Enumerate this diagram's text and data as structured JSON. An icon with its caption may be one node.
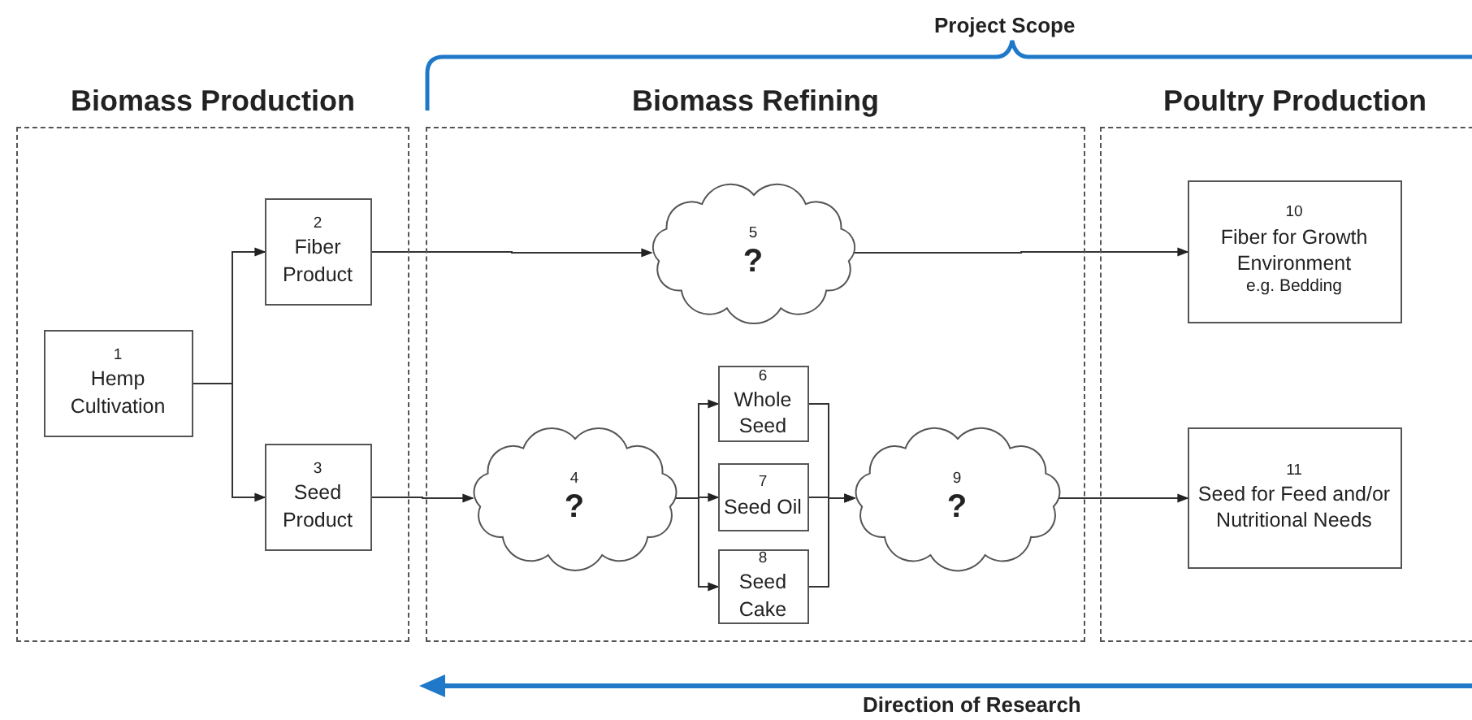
{
  "diagram": {
    "nodes": [
      {
        "text": [
          "Biomass Production"
        ]
      },
      {
        "text": [
          "Biomass Refining"
        ]
      },
      {
        "text": [
          "Poultry Production"
        ]
      },
      {
        "text": [
          "1",
          "Hemp Cultivation"
        ],
        "in": 0
      },
      {
        "text": [
          "2",
          "Fiber Product"
        ],
        "in": 0
      },
      {
        "text": [
          "3",
          "Seed Product"
        ],
        "in": 0
      },
      {
        "text": [
          "5",
          "?"
        ],
        "in": 1
      },
      {
        "text": [
          "4",
          "?"
        ],
        "in": 1
      },
      {
        "text": [
          "6",
          "Whole Seed"
        ],
        "in": 1
      },
      {
        "text": [
          "7",
          "Seed Oil"
        ],
        "in": 1
      },
      {
        "text": [
          "8",
          "Seed Cake"
        ],
        "in": 1
      },
      {
        "text": [
          "9",
          "?"
        ],
        "in": 1
      },
      {
        "text": [
          "10",
          "Fiber for Growth Environment",
          "e.g. Bedding"
        ],
        "in": 2
      },
      {
        "text": [
          "11",
          "Seed for Feed and/or Nutritional Needs"
        ],
        "in": 2
      }
    ],
    "edges": [
      {
        "from": 3,
        "to": 4,
        "arrow": "to"
      },
      {
        "from": 3,
        "to": 5,
        "arrow": "to"
      },
      {
        "from": 4,
        "to": 6,
        "arrow": "to"
      },
      {
        "from": 5,
        "to": 7,
        "arrow": "to"
      },
      {
        "from": 7,
        "to": 8,
        "arrow": "to"
      },
      {
        "from": 7,
        "to": 9,
        "arrow": "to"
      },
      {
        "from": 7,
        "to": 10,
        "arrow": "to"
      },
      {
        "from": 8,
        "to": 11,
        "arrow": "to"
      },
      {
        "from": 9,
        "to": 11,
        "arrow": "to"
      },
      {
        "from": 10,
        "to": 11,
        "arrow": "to"
      },
      {
        "from": 6,
        "to": 12,
        "arrow": "to"
      },
      {
        "from": 11,
        "to": 13,
        "arrow": "to"
      }
    ],
    "labels": [
      "Project Scope",
      "Direction of Research"
    ]
  }
}
